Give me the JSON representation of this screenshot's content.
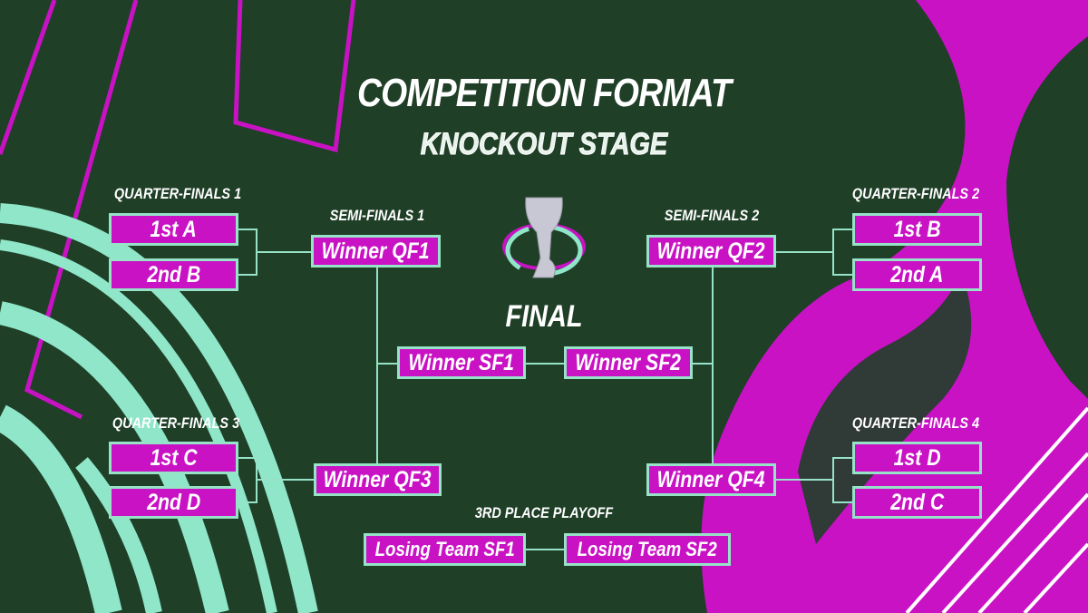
{
  "title": "COMPETITION FORMAT",
  "subtitle": "KNOCKOUT STAGE",
  "colors": {
    "background": "#1f3f27",
    "accent": "#c812c4",
    "line": "#96e3c8"
  },
  "quarter_finals": [
    {
      "label": "QUARTER-FINALS 1",
      "teams": [
        "1st A",
        "2nd B"
      ]
    },
    {
      "label": "QUARTER-FINALS 2",
      "teams": [
        "1st B",
        "2nd A"
      ]
    },
    {
      "label": "QUARTER-FINALS 3",
      "teams": [
        "1st C",
        "2nd D"
      ]
    },
    {
      "label": "QUARTER-FINALS 4",
      "teams": [
        "1st D",
        "2nd C"
      ]
    }
  ],
  "semi_finals": [
    {
      "label": "SEMI-FINALS 1",
      "teams": [
        "Winner QF1",
        "Winner QF3"
      ]
    },
    {
      "label": "SEMI-FINALS 2",
      "teams": [
        "Winner QF2",
        "Winner QF4"
      ]
    }
  ],
  "final": {
    "label": "FINAL",
    "teams": [
      "Winner SF1",
      "Winner SF2"
    ],
    "icon": "trophy-icon"
  },
  "third_place": {
    "label": "3RD PLACE PLAYOFF",
    "teams": [
      "Losing Team SF1",
      "Losing Team SF2"
    ]
  }
}
